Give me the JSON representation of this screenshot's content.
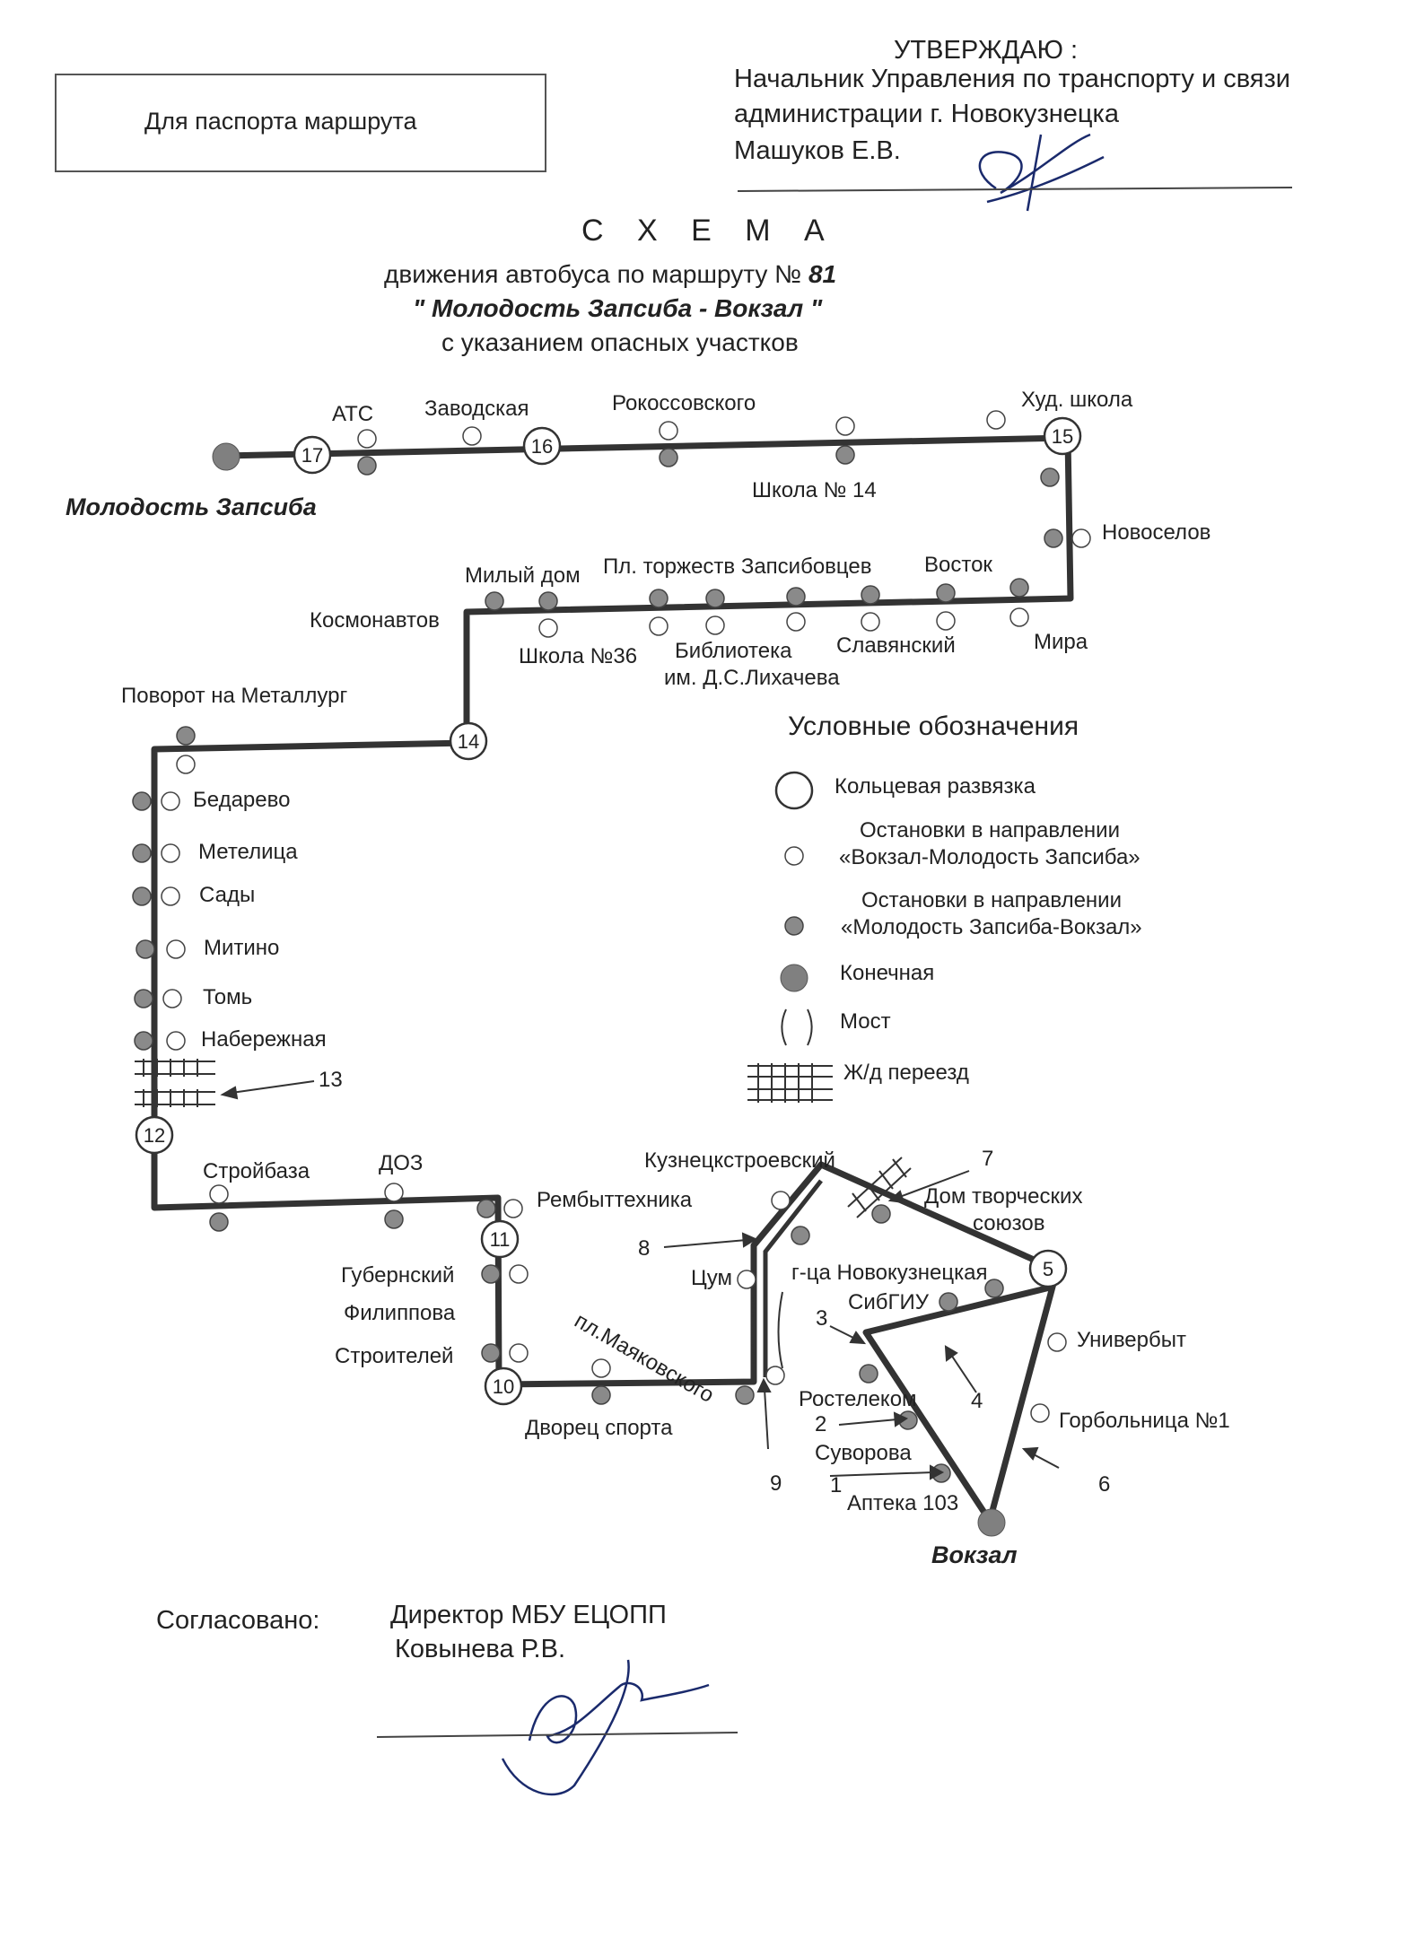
{
  "passport_box": "Для паспорта маршрута",
  "approval": {
    "title": "УТВЕРЖДАЮ :",
    "line1": "Начальник Управления по транспорту и связи",
    "line2": "администрации  г. Новокузнецка",
    "line3": "Машуков Е.В."
  },
  "heading": {
    "title": "С Х Е М А",
    "line1_prefix": "движения автобуса по маршруту №",
    "route_number": "81",
    "line2": "\"  Молодость Запсиба - Вокзал \"",
    "line3": "с указанием опасных участков"
  },
  "terminals": {
    "start": "Молодость Запсиба",
    "end": "Вокзал"
  },
  "junctions": [
    "17",
    "16",
    "15",
    "14",
    "12",
    "11",
    "10",
    "5"
  ],
  "stops": {
    "ats": "АТС",
    "zavodskaya": "Заводская",
    "rokossovskogo": "Рокоссовского",
    "hud_shkola": "Худ. школа",
    "shkola14": "Школа № 14",
    "novoselov": "Новоселов",
    "kosmonavtov": "Космонавтов",
    "milyi_dom": "Милый дом",
    "pl_torzhestv": "Пл. торжеств Запсибовцев",
    "vostok": "Восток",
    "shkola36": "Школа №36",
    "biblioteka1": "Библиотека",
    "biblioteka2": "им. Д.С.Лихачева",
    "slavyanskiy": "Славянский",
    "mira": "Мира",
    "povorot": "Поворот на Металлург",
    "bedarevo": "Бедарево",
    "metelitsa": "Метелица",
    "sady": "Сады",
    "mitino": "Митино",
    "tom": "Томь",
    "naberezhnaya": "Набережная",
    "stroybaza": "Стройбаза",
    "doz": "ДОЗ",
    "rembyttehnika": "Рембыттехника",
    "gubernskiy": "Губернский",
    "filippova": "Филиппова",
    "stroiteley": "Строителей",
    "dvorets": "Дворец спорта",
    "kuznetskstroevskiy": "Кузнецкстроевский",
    "dom_tv1": "Дом творческих",
    "dom_tv2": "союзов",
    "tsum": "Цум",
    "gtsa": "г-ца Новокузнецкая",
    "sibgiu": "СибГИУ",
    "pl_mayakovskogo": "пл.Маяковского",
    "univerbyt": "Универбыт",
    "rostelekom": "Ростелеком",
    "suvorova": "Суворова",
    "gorbolnitsa": "Горбольница №1",
    "apteka": "Аптека 103"
  },
  "danger_numbers": [
    "1",
    "2",
    "3",
    "4",
    "6",
    "7",
    "8",
    "9",
    "13"
  ],
  "legend": {
    "title": "Условные обозначения",
    "roundabout": "Кольцевая развязка",
    "stops_to_zapsib_1": "Остановки в направлении",
    "stops_to_zapsib_2": "«Вокзал-Молодость Запсиба»",
    "stops_to_vokzal_1": "Остановки в направлении",
    "stops_to_vokzal_2": "«Молодость Запсиба-Вокзал»",
    "terminal": "Конечная",
    "bridge": "Мост",
    "railway": "Ж/д переезд"
  },
  "footer": {
    "agreed": "Согласовано:",
    "director": "Директор  МБУ ЕЦОПП",
    "name": "Ковынева Р.В."
  },
  "colors": {
    "route_line": "#333333",
    "filled_stop": "#8a8a8a",
    "terminal": "#808080"
  }
}
